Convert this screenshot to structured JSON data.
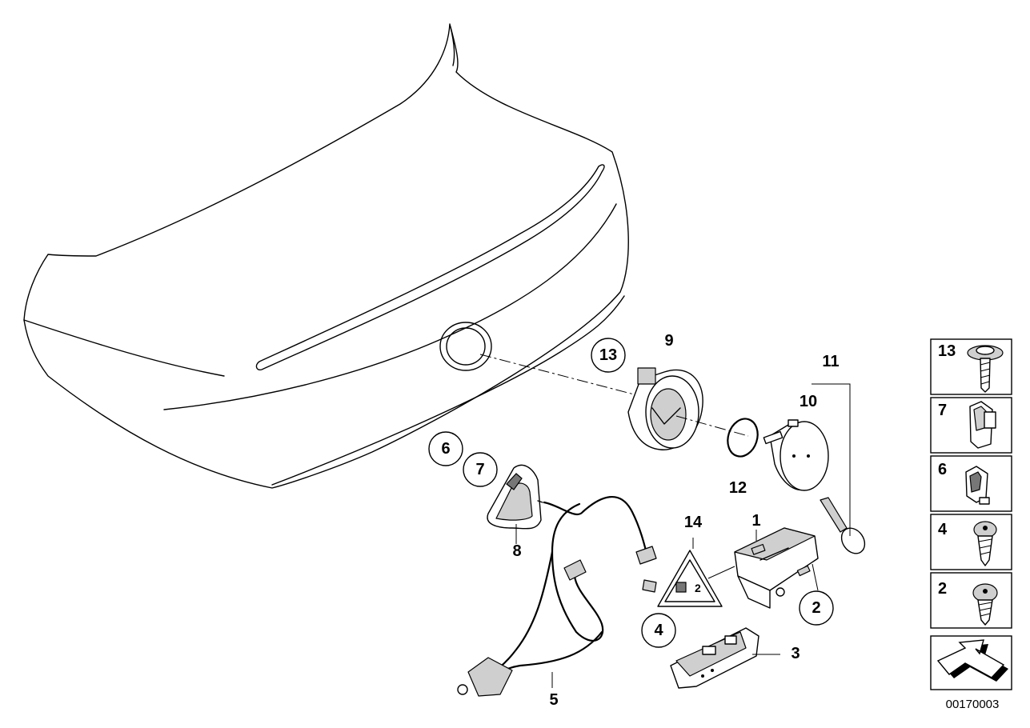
{
  "callouts": {
    "c13": "13",
    "c9": "9",
    "c11": "11",
    "c10": "10",
    "c12": "12",
    "c6": "6",
    "c7": "7",
    "c8": "8",
    "c14": "14",
    "c1": "1",
    "c2": "2",
    "c4": "4",
    "c3": "3",
    "c5": "5"
  },
  "sidebar": {
    "items": [
      {
        "label": "13",
        "icon": "washer-screw-icon"
      },
      {
        "label": "7",
        "icon": "spring-clip-icon"
      },
      {
        "label": "6",
        "icon": "cable-clip-icon"
      },
      {
        "label": "4",
        "icon": "self-tapping-screw-icon"
      },
      {
        "label": "2",
        "icon": "self-tapping-screw-icon"
      }
    ],
    "arrow_icon": "direction-arrow-icon"
  },
  "reference_number": "00170003"
}
